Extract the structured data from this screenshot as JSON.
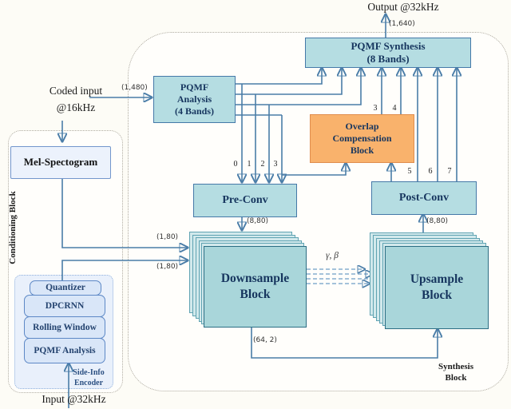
{
  "figure": "Neural codec bandwidth-extension architecture diagram",
  "colors": {
    "teal_fill": "#b5dde2",
    "teal_border": "#4579a8",
    "card_fill": "#a9d6da",
    "card_border": "#2c6e84",
    "orange_fill": "#f9b26c",
    "orange_border": "#e08d4e",
    "cond_fill": "#ecf2fc",
    "cond_border": "#7396cc",
    "enc_fill": "#d9e6f8",
    "enc_border": "#5d88c6",
    "wire": "#4a7da8",
    "wire_dashed": "#86add0",
    "text_navy": "#16355e"
  },
  "blocks": {
    "pqmf_synthesis": [
      "PQMF Synthesis",
      "(8 Bands)"
    ],
    "pqmf_analysis": [
      "PQMF",
      "Analysis",
      "(4 Bands)"
    ],
    "overlap": [
      "Overlap",
      "Compensation",
      "Block"
    ],
    "pre_conv": "Pre-Conv",
    "post_conv": "Post-Conv",
    "mel_spectrogram": "Mel-Spectogram",
    "downsample": [
      "Downsample",
      "Block"
    ],
    "upsample": [
      "Upsample",
      "Block"
    ],
    "encoder": [
      "Quantizer",
      "DPCRNN",
      "Rolling Window",
      "PQMF Analysis"
    ]
  },
  "labels": {
    "output": "Output @32kHz",
    "coded_input": [
      "Coded input",
      "@16kHz"
    ],
    "input": "Input @32kHz",
    "conditioning_block": "Conditioning Block",
    "synthesis_block": "Synthesis Block",
    "side_info_encoder": "Side-Info Encoder",
    "gamma_beta": "γ, β"
  },
  "dims": {
    "out": "(1,640)",
    "coded": "(1,480)",
    "pre": "(8,80)",
    "post": "(8,80)",
    "mel": "(1,80)",
    "quant": "(1,80)",
    "latent": "(64, 2)"
  },
  "bands": {
    "pre": [
      "0",
      "1",
      "2",
      "3"
    ],
    "overlap_out": [
      "3",
      "4"
    ],
    "post_out": [
      "5",
      "6",
      "7"
    ]
  }
}
